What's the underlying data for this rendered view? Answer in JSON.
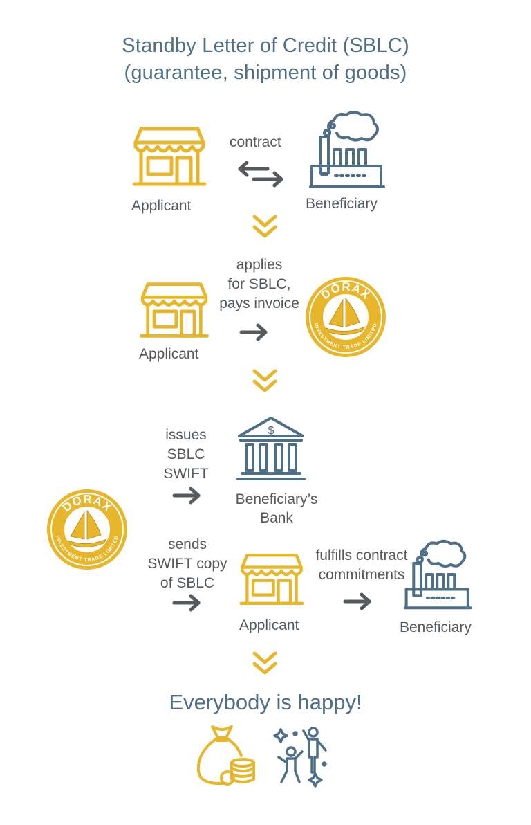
{
  "title": {
    "line1": "Standby Letter of Credit (SBLC)",
    "line2": "(guarantee, shipment of goods)"
  },
  "step1": {
    "applicant_label": "Applicant",
    "beneficiary_label": "Beneficiary",
    "relation_label": "contract"
  },
  "step2": {
    "action_lines": [
      "applies",
      "for SBLC,",
      "pays invoice"
    ],
    "applicant_label": "Applicant"
  },
  "step3": {
    "action_lines": [
      "issues",
      "SBLC",
      "SWIFT"
    ],
    "bank_label_lines": [
      "Beneficiary’s",
      "Bank"
    ],
    "send_lines": [
      "sends",
      "SWIFT copy",
      "of SBLC"
    ],
    "applicant_label": "Applicant",
    "fulfill_lines": [
      "fulfills contract",
      "commitments"
    ],
    "beneficiary_label": "Beneficiary"
  },
  "logo": {
    "name": "DORAX",
    "ring_text": "INVESTMENT TRADE LIMITED"
  },
  "final_text": "Everybody is happy!",
  "colors": {
    "yellow": "#e8b62b",
    "blue": "#4f6f86",
    "gray": "#555a5e"
  },
  "icons": {
    "shop": "shop-icon",
    "factory": "factory-icon",
    "bank": "bank-icon",
    "money": "money-bag-icon",
    "celebrate": "celebrating-people-icon",
    "logo": "dorax-logo-icon"
  }
}
